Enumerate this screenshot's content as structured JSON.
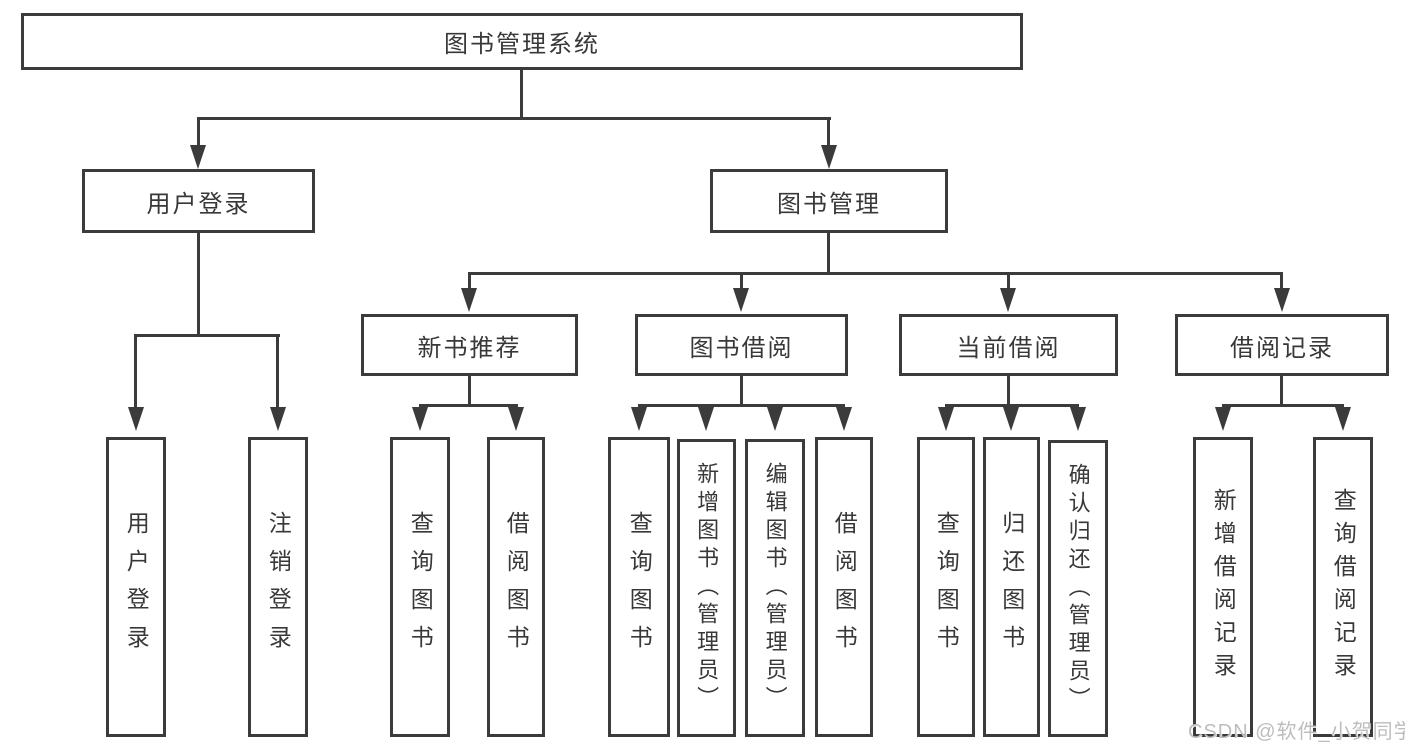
{
  "tree": {
    "label": "图书管理系统",
    "children": [
      {
        "label": "用户登录",
        "children": [
          {
            "label": "用户登录"
          },
          {
            "label": "注销登录"
          }
        ]
      },
      {
        "label": "图书管理",
        "children": [
          {
            "label": "新书推荐",
            "children": [
              {
                "label": "查询图书"
              },
              {
                "label": "借阅图书"
              }
            ]
          },
          {
            "label": "图书借阅",
            "children": [
              {
                "label": "查询图书"
              },
              {
                "label": "新增图书（管理员）"
              },
              {
                "label": "编辑图书（管理员）"
              },
              {
                "label": "借阅图书"
              }
            ]
          },
          {
            "label": "当前借阅",
            "children": [
              {
                "label": "查询图书"
              },
              {
                "label": "归还图书"
              },
              {
                "label": "确认归还（管理员）"
              }
            ]
          },
          {
            "label": "借阅记录",
            "children": [
              {
                "label": "新增借阅记录"
              },
              {
                "label": "查询借阅记录"
              }
            ]
          }
        ]
      }
    ]
  },
  "watermark": {
    "text": "CSDN @软件_小贺同学"
  },
  "colors": {
    "line": "#3b3b3b",
    "text": "#383838",
    "watermark": "#bdbdbd",
    "background": "#ffffff"
  }
}
